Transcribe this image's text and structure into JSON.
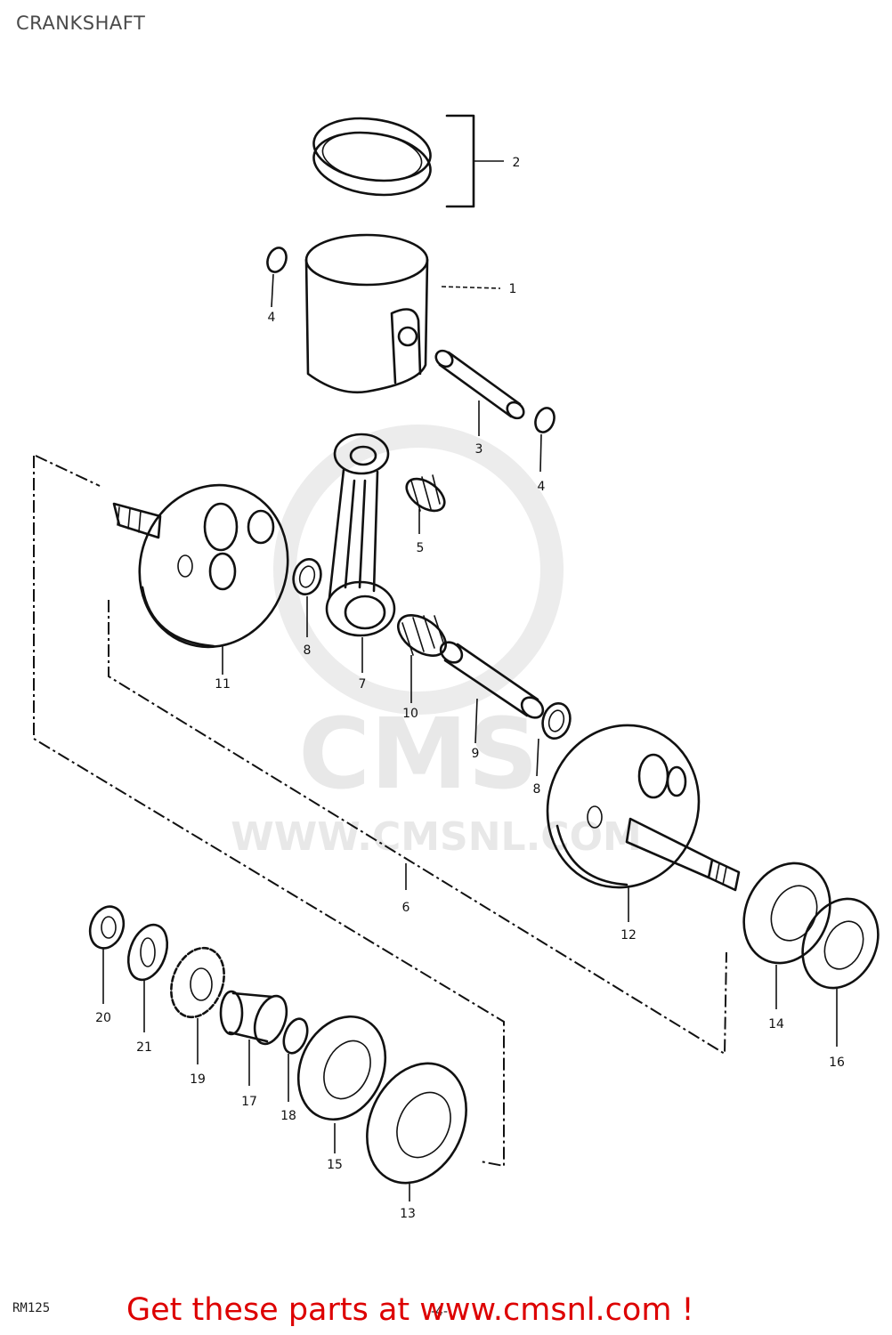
{
  "title": "CRANKSHAFT",
  "watermark": {
    "brand": "CMS",
    "url": "WWW.CMSNL.COM"
  },
  "footer": {
    "model": "RM125",
    "page": "-4-",
    "call_to_action": "Get these parts at www.cmsnl.com !",
    "cta_color": "#dd0000"
  },
  "callouts": {
    "c1": "1",
    "c2": "2",
    "c3": "3",
    "c4a": "4",
    "c4b": "4",
    "c5": "5",
    "c6": "6",
    "c7": "7",
    "c8a": "8",
    "c8b": "8",
    "c9": "9",
    "c10": "10",
    "c11": "11",
    "c12": "12",
    "c13": "13",
    "c14": "14",
    "c15": "15",
    "c16": "16",
    "c17": "17",
    "c18": "18",
    "c19": "19",
    "c20": "20",
    "c21": "21"
  }
}
